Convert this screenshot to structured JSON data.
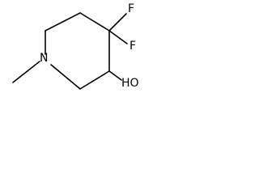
{
  "molecule": {
    "atoms": {
      "fluorine_upper": "F",
      "fluorine_lower": "F",
      "nitrogen": "N",
      "hydroxyl": "HO"
    }
  }
}
